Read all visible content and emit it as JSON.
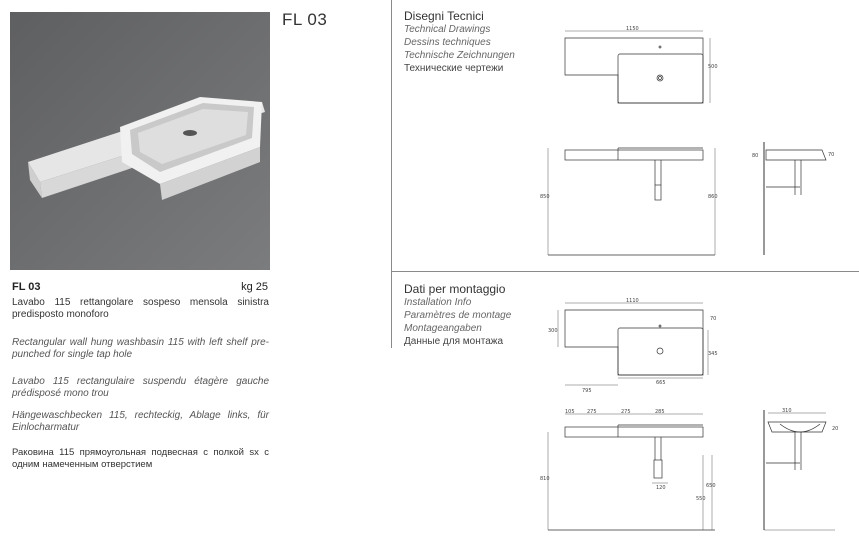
{
  "header": {
    "model_code": "FL 03"
  },
  "product": {
    "code": "FL 03",
    "weight": "kg 25",
    "desc_it": "Lavabo 115 rettangolare sospeso mensola sinistra predisposto monoforo",
    "desc_en": "Rectangular wall hung washbasin 115 with left shelf pre-punched for single tap hole",
    "desc_fr": "Lavabo 115 rectangulaire suspendu étagère gauche prédisposé mono trou",
    "desc_de": "Hängewaschbecken 115, rechteckig, Ablage links, für Einlocharmatur",
    "desc_ru": "Раковина 115 прямоугольная подвесная с полкой sx с одним намеченным отверстием"
  },
  "technical": {
    "title": "Disegni Tecnici",
    "en": "Technical Drawings",
    "fr": "Dessins techniques",
    "de": "Technische Zeichnungen",
    "ru": "Технические чертежи",
    "dims": {
      "width": "1150",
      "depth": "500",
      "h1": "850",
      "h2": "860",
      "side1": "80",
      "side2": "70"
    }
  },
  "mounting": {
    "title": "Dati per montaggio",
    "en": "Installation Info",
    "fr": "Paramètres de montage",
    "de": "Montageangaben",
    "ru": "Данные для монтажа",
    "dims": {
      "width": "1110",
      "depth": "300",
      "d70": "70",
      "d345": "345",
      "d665": "665",
      "d795": "795",
      "s105": "105",
      "s275a": "275",
      "s275b": "275",
      "s285": "285",
      "h810": "810",
      "h650": "650",
      "h550": "550",
      "hole": "120",
      "side310": "310",
      "side20": "20"
    }
  }
}
